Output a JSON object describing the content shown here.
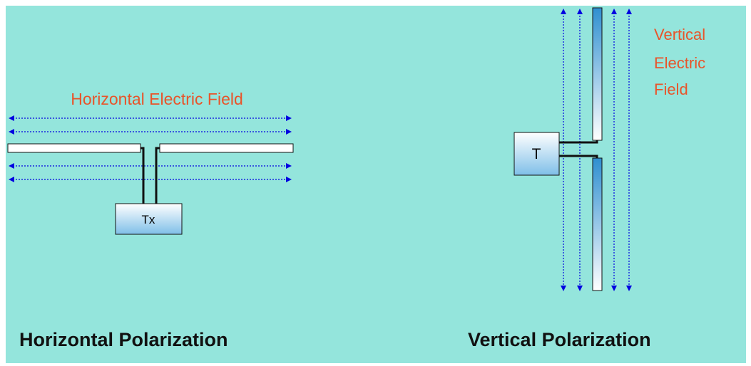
{
  "left_diagram": {
    "field_label": "Horizontal Electric Field",
    "transmitter_label": "Tx",
    "caption": "Horizontal Polarization"
  },
  "right_diagram": {
    "field_label_lines": [
      "Vertical",
      "Electric",
      "Field"
    ],
    "transmitter_label": "T",
    "caption": "Vertical Polarization"
  },
  "colors": {
    "background": "#94e5dc",
    "arrow": "#0000e0",
    "field_label": "#e8542a",
    "caption": "#111111",
    "conductor": "#111111"
  }
}
